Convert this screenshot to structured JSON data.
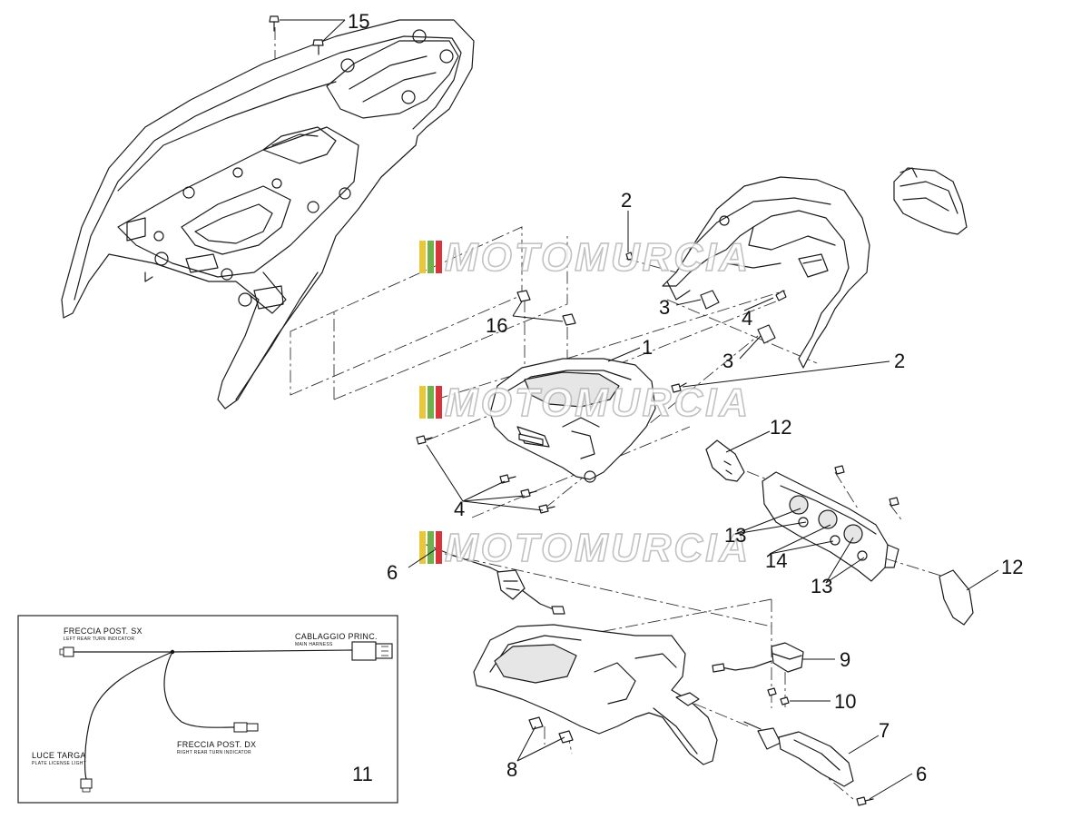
{
  "watermark": {
    "text": "MOTOMURCIA",
    "stripe_colors": [
      "#e8c83a",
      "#6fb14a",
      "#d8343a"
    ]
  },
  "callouts": [
    {
      "id": "c15",
      "label": "15"
    },
    {
      "id": "c2a",
      "label": "2"
    },
    {
      "id": "c3a",
      "label": "3"
    },
    {
      "id": "c4a",
      "label": "4"
    },
    {
      "id": "c3b",
      "label": "3"
    },
    {
      "id": "c2b",
      "label": "2"
    },
    {
      "id": "c16",
      "label": "16"
    },
    {
      "id": "c1",
      "label": "1"
    },
    {
      "id": "c4b",
      "label": "4"
    },
    {
      "id": "c12a",
      "label": "12"
    },
    {
      "id": "c13a",
      "label": "13"
    },
    {
      "id": "c14",
      "label": "14"
    },
    {
      "id": "c13b",
      "label": "13"
    },
    {
      "id": "c12b",
      "label": "12"
    },
    {
      "id": "c6a",
      "label": "6"
    },
    {
      "id": "c9",
      "label": "9"
    },
    {
      "id": "c10",
      "label": "10"
    },
    {
      "id": "c7",
      "label": "7"
    },
    {
      "id": "c8",
      "label": "8"
    },
    {
      "id": "c6b",
      "label": "6"
    }
  ],
  "inset": {
    "number": "11",
    "left_indicator": {
      "label": "FRECCIA POST. SX",
      "sublabel": "LEFT REAR TURN INDICATOR"
    },
    "main_harness": {
      "label": "CABLAGGIO PRINC.",
      "sublabel": "MAIN HARNESS"
    },
    "plate_light": {
      "label": "LUCE TARGA",
      "sublabel": "PLATE LICENSE LIGHT"
    },
    "right_indicator": {
      "label": "FRECCIA POST. DX",
      "sublabel": "RIGHT REAR TURN INDICATOR"
    }
  }
}
